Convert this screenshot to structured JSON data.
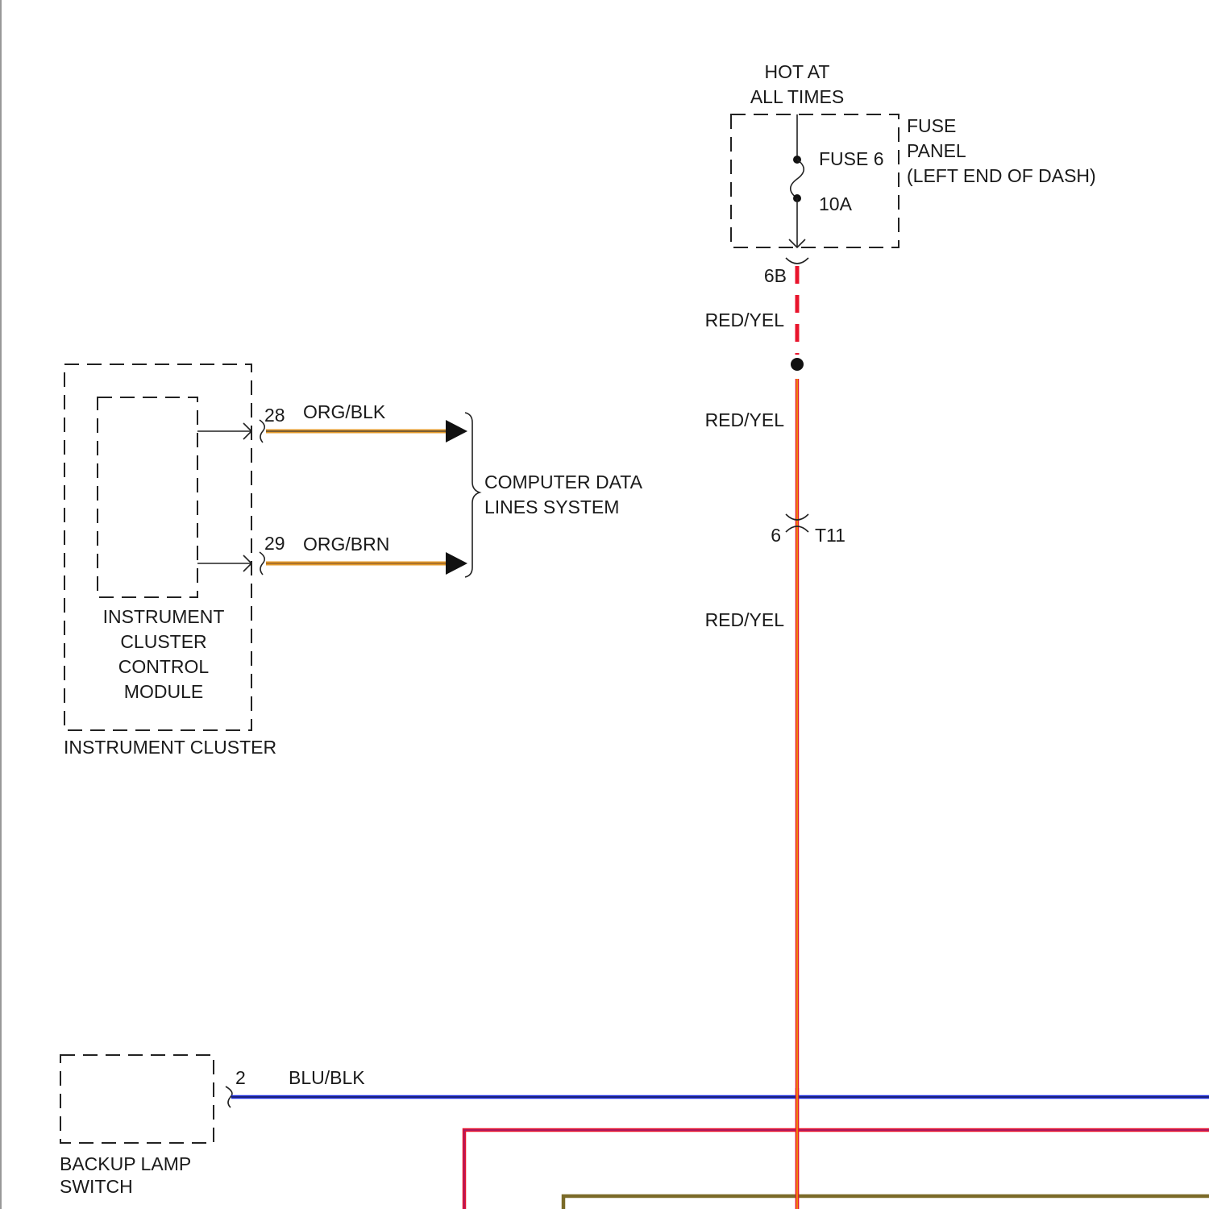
{
  "power": {
    "label_line1": "HOT AT",
    "label_line2": "ALL TIMES"
  },
  "fuse_panel": {
    "name_line1": "FUSE",
    "name_line2": "PANEL",
    "name_line3": "(LEFT END OF DASH)",
    "fuse_name": "FUSE 6",
    "fuse_rating": "10A"
  },
  "connectors": {
    "fuse_out_pin": "6B",
    "t11_pin": "6",
    "t11_name": "T11",
    "cluster_pin_a": "28",
    "cluster_pin_b": "29",
    "backup_pin": "2"
  },
  "wires": {
    "red_yel_1": "RED/YEL",
    "red_yel_2": "RED/YEL",
    "red_yel_3": "RED/YEL",
    "org_blk": "ORG/BLK",
    "org_brn": "ORG/BRN",
    "blu_blk": "BLU/BLK"
  },
  "instrument_cluster": {
    "module_line1": "INSTRUMENT",
    "module_line2": "CLUSTER",
    "module_line3": "CONTROL",
    "module_line4": "MODULE",
    "cluster_label": "INSTRUMENT CLUSTER"
  },
  "data_lines": {
    "line1": "COMPUTER DATA",
    "line2": "LINES SYSTEM"
  },
  "backup_lamp_switch": {
    "line1": "BACKUP LAMP",
    "line2": "SWITCH"
  },
  "colors": {
    "red": "#e8142c",
    "yellow": "#f2c200",
    "orange": "#e39a2a",
    "blue": "#1f2ee0",
    "olive": "#7a6a28"
  }
}
